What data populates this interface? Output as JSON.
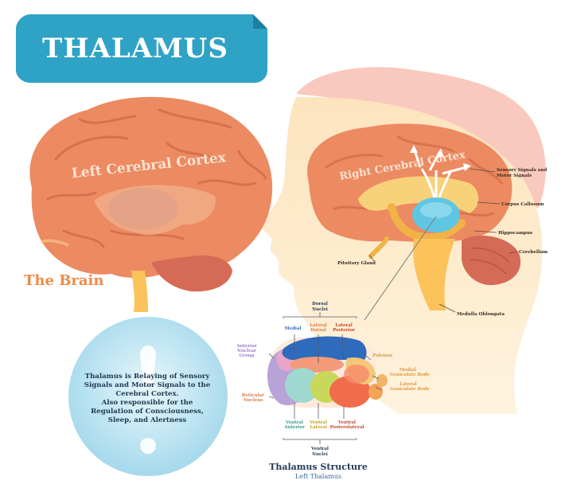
{
  "title": "THALAMUS",
  "left_brain": {
    "label": "Left Cerebral Cortex",
    "caption": "The Brain"
  },
  "right_brain": {
    "label": "Right Cerebral Cortex"
  },
  "info": {
    "lines": [
      "Thalamus is Relaying of Sensory",
      "Signals and Motor Signals to the",
      "Cerebral Cortex.",
      "Also responsible for the",
      "Regulation of Consciousness,",
      "Sleep, and Alertness"
    ]
  },
  "head_labels": {
    "sensory": [
      "Sensory Signals and",
      "Motor Signals"
    ],
    "corpus_callosum": "Corpus Callosum",
    "hippocampus": "Hippocampus",
    "cerebellum": "Cerebellum",
    "pituitary": "Pituitary Gland",
    "medulla": "Medulla Oblongata"
  },
  "structure": {
    "title": "Thalamus Structure",
    "subtitle": "Left Thalamus",
    "dorsal": [
      "Dorsal",
      "Nuclei"
    ],
    "medial": "Medial",
    "lateral_dorsal": [
      "Lateral",
      "Dorsal"
    ],
    "lateral_posterior": [
      "Lateral",
      "Posterior"
    ],
    "anterior": [
      "Anterior",
      "Nuclear",
      "Group"
    ],
    "pulvinar": "Pulvinar",
    "medial_geniculate": [
      "Medial",
      "Geniculate Body"
    ],
    "lateral_geniculate": [
      "Lateral",
      "Geniculate Body"
    ],
    "reticular": [
      "Reticular",
      "Nucleus"
    ],
    "ventral_anterior": [
      "Ventral",
      "Anterior"
    ],
    "ventral_lateral": [
      "Ventral",
      "Lateral"
    ],
    "ventral_posterolateral": [
      "Ventral",
      "Posterolateral"
    ],
    "ventral": [
      "Ventral",
      "Nuclei"
    ]
  },
  "colors": {
    "banner": "#2fa3c5",
    "cortex": "#ec8a62",
    "face": "#fde8c4",
    "hair": "#f9c8be",
    "thalamus": "#5ec6e3",
    "accent_text": "#ee8a48",
    "dark_text": "#263a55"
  }
}
